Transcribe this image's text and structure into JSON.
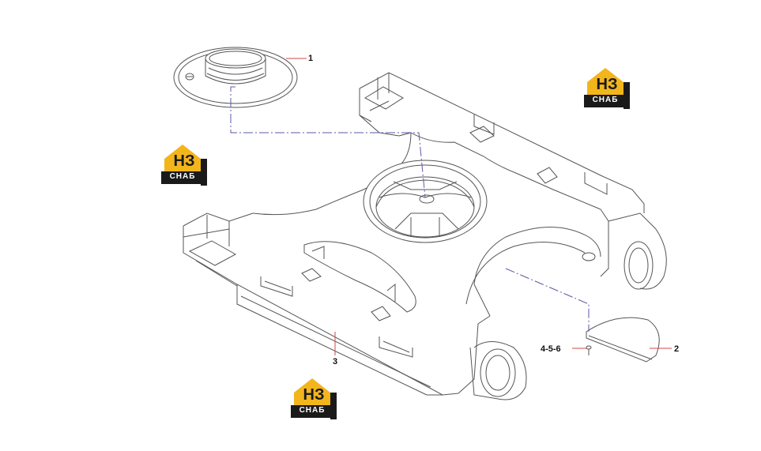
{
  "callouts": {
    "p1": "1",
    "p2": "2",
    "p3": "3",
    "p456": "4-5-6"
  },
  "logo": {
    "mark": "НЗ",
    "text": "СНАБ",
    "colors": {
      "gold": "#f2b51c",
      "dark": "#1a1a1a",
      "white": "#ffffff"
    }
  },
  "colors": {
    "line": "#555555",
    "callout_leader": "#d04a4a",
    "centerline": "#5a5aa8"
  }
}
